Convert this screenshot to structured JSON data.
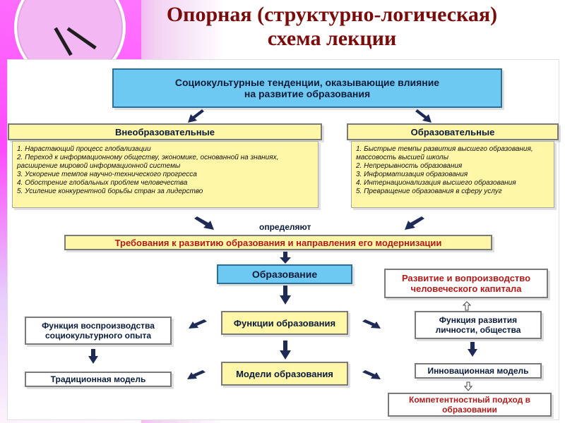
{
  "title": {
    "line1": "Опорная (структурно-логическая)",
    "line2": "схема лекции"
  },
  "boxes": {
    "top": {
      "line1": "Социокультурные тенденции, оказывающие влияние",
      "line2": "на развитие образования"
    },
    "left_header": "Внеобразовательные",
    "right_header": "Образовательные",
    "left_list": [
      "1. Нарастающий процесс глобализации",
      "2. Переход к информационному обществу, экономике, основанной на знаниях, расширение мировой информационной системы",
      "3. Ускорение темпов научно-технического прогресса",
      "4. Обострение глобальных проблем человечества",
      "5. Усиление конкурентной борьбы стран за лидерство"
    ],
    "right_list": [
      "1. Быстрые темпы развития высшего образования, массовость высшей школы",
      "2. Непрерывность образования",
      "3. Информатизация образования",
      "4. Интернационализация высшего образования",
      "5. Превращение образования в сферу услуг"
    ],
    "defines_label": "определяют",
    "requirements": "Требования к развитию образования и направления его модернизации",
    "education": "Образование",
    "human_capital": {
      "line1": "Развитие и вопроизводство",
      "line2": "человеческого капитала"
    },
    "functions": "Функции образования",
    "func_repro": {
      "line1": "Функция воспроизводства",
      "line2": "социокультурного опыта"
    },
    "func_dev": {
      "line1": "Функция развития",
      "line2": "личности, общества"
    },
    "models": "Модели образования",
    "traditional": "Традиционная модель",
    "innovative": "Инновационная модель",
    "competence": {
      "line1": "Компетентностный подход в",
      "line2": "образовании"
    }
  },
  "colors": {
    "title_red": "#7a0c0c",
    "blue_fill": "#6ec9f2",
    "yellow_fill": "#fff6a8",
    "red_text": "#b21a1a",
    "dark_text": "#0b1b3a"
  }
}
